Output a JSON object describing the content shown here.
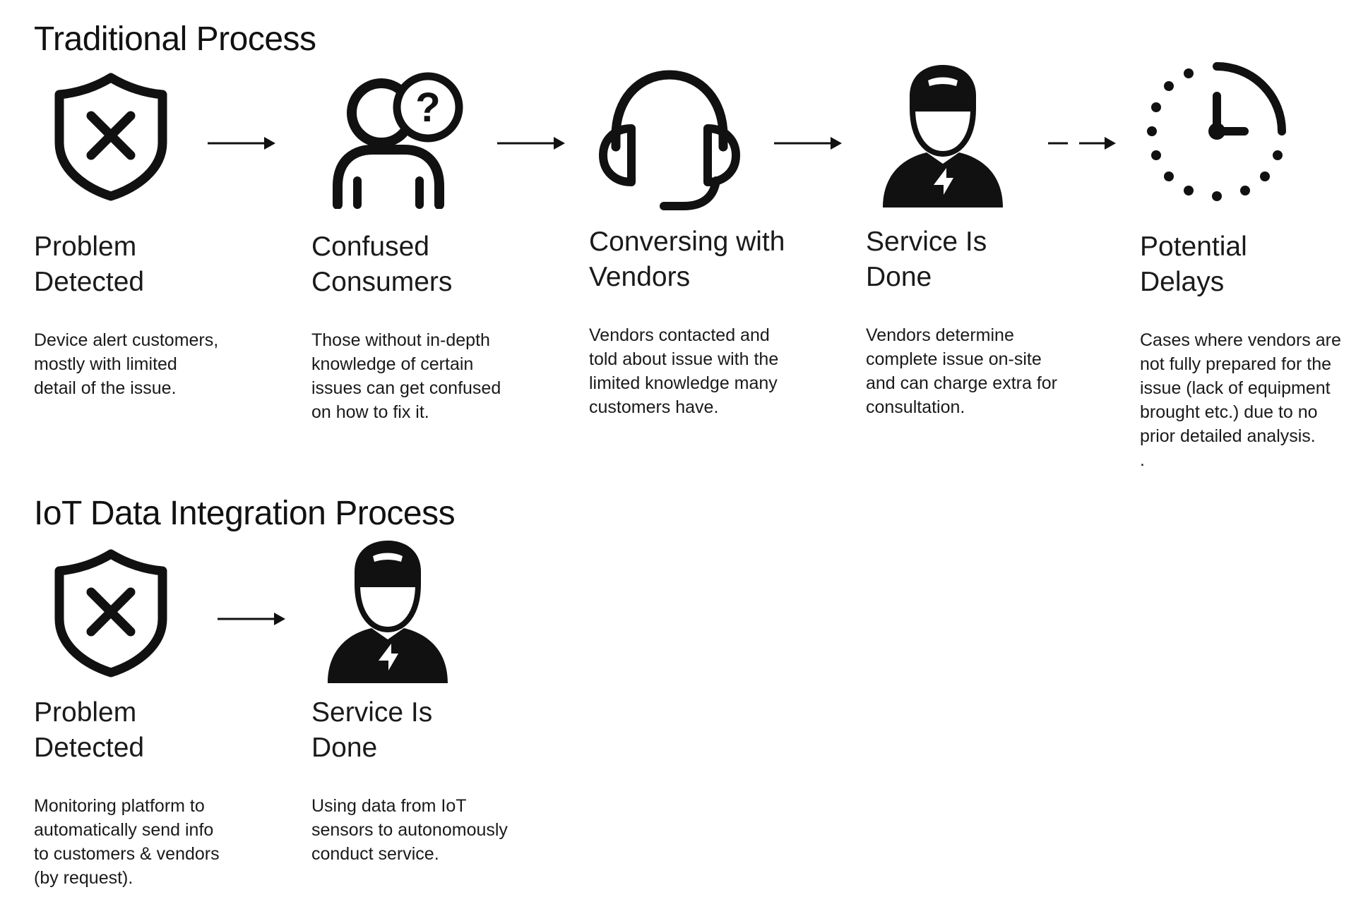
{
  "traditional": {
    "title": "Traditional Process",
    "steps": [
      {
        "icon": "shield-x-icon",
        "title": "Problem\nDetected",
        "description": "Device alert customers,\nmostly with limited\ndetail of the issue."
      },
      {
        "icon": "confused-person-icon",
        "title": "Confused\nConsumers",
        "description": "Those without in-depth\nknowledge of certain\nissues can get confused\non how to fix it."
      },
      {
        "icon": "headset-icon",
        "title": "Conversing with\nVendors",
        "description": "Vendors contacted and\ntold about issue with the\nlimited knowledge many\ncustomers have."
      },
      {
        "icon": "service-worker-icon",
        "title": "Service Is\nDone",
        "description": "Vendors determine\ncomplete issue on-site\nand can charge extra for\nconsultation."
      },
      {
        "icon": "clock-delay-icon",
        "title": "Potential\nDelays",
        "description": "Cases where vendors are\nnot fully prepared for the\nissue (lack of equipment\nbrought etc.) due to no\nprior detailed analysis.\n."
      }
    ]
  },
  "iot": {
    "title": "IoT Data Integration Process",
    "steps": [
      {
        "icon": "shield-x-icon",
        "title": "Problem\nDetected",
        "description": "Monitoring platform to\nautomatically send info\nto customers & vendors\n(by request)."
      },
      {
        "icon": "service-worker-icon",
        "title": "Service Is\nDone",
        "description": "Using data from IoT\nsensors to autonomously\nconduct service."
      }
    ]
  }
}
